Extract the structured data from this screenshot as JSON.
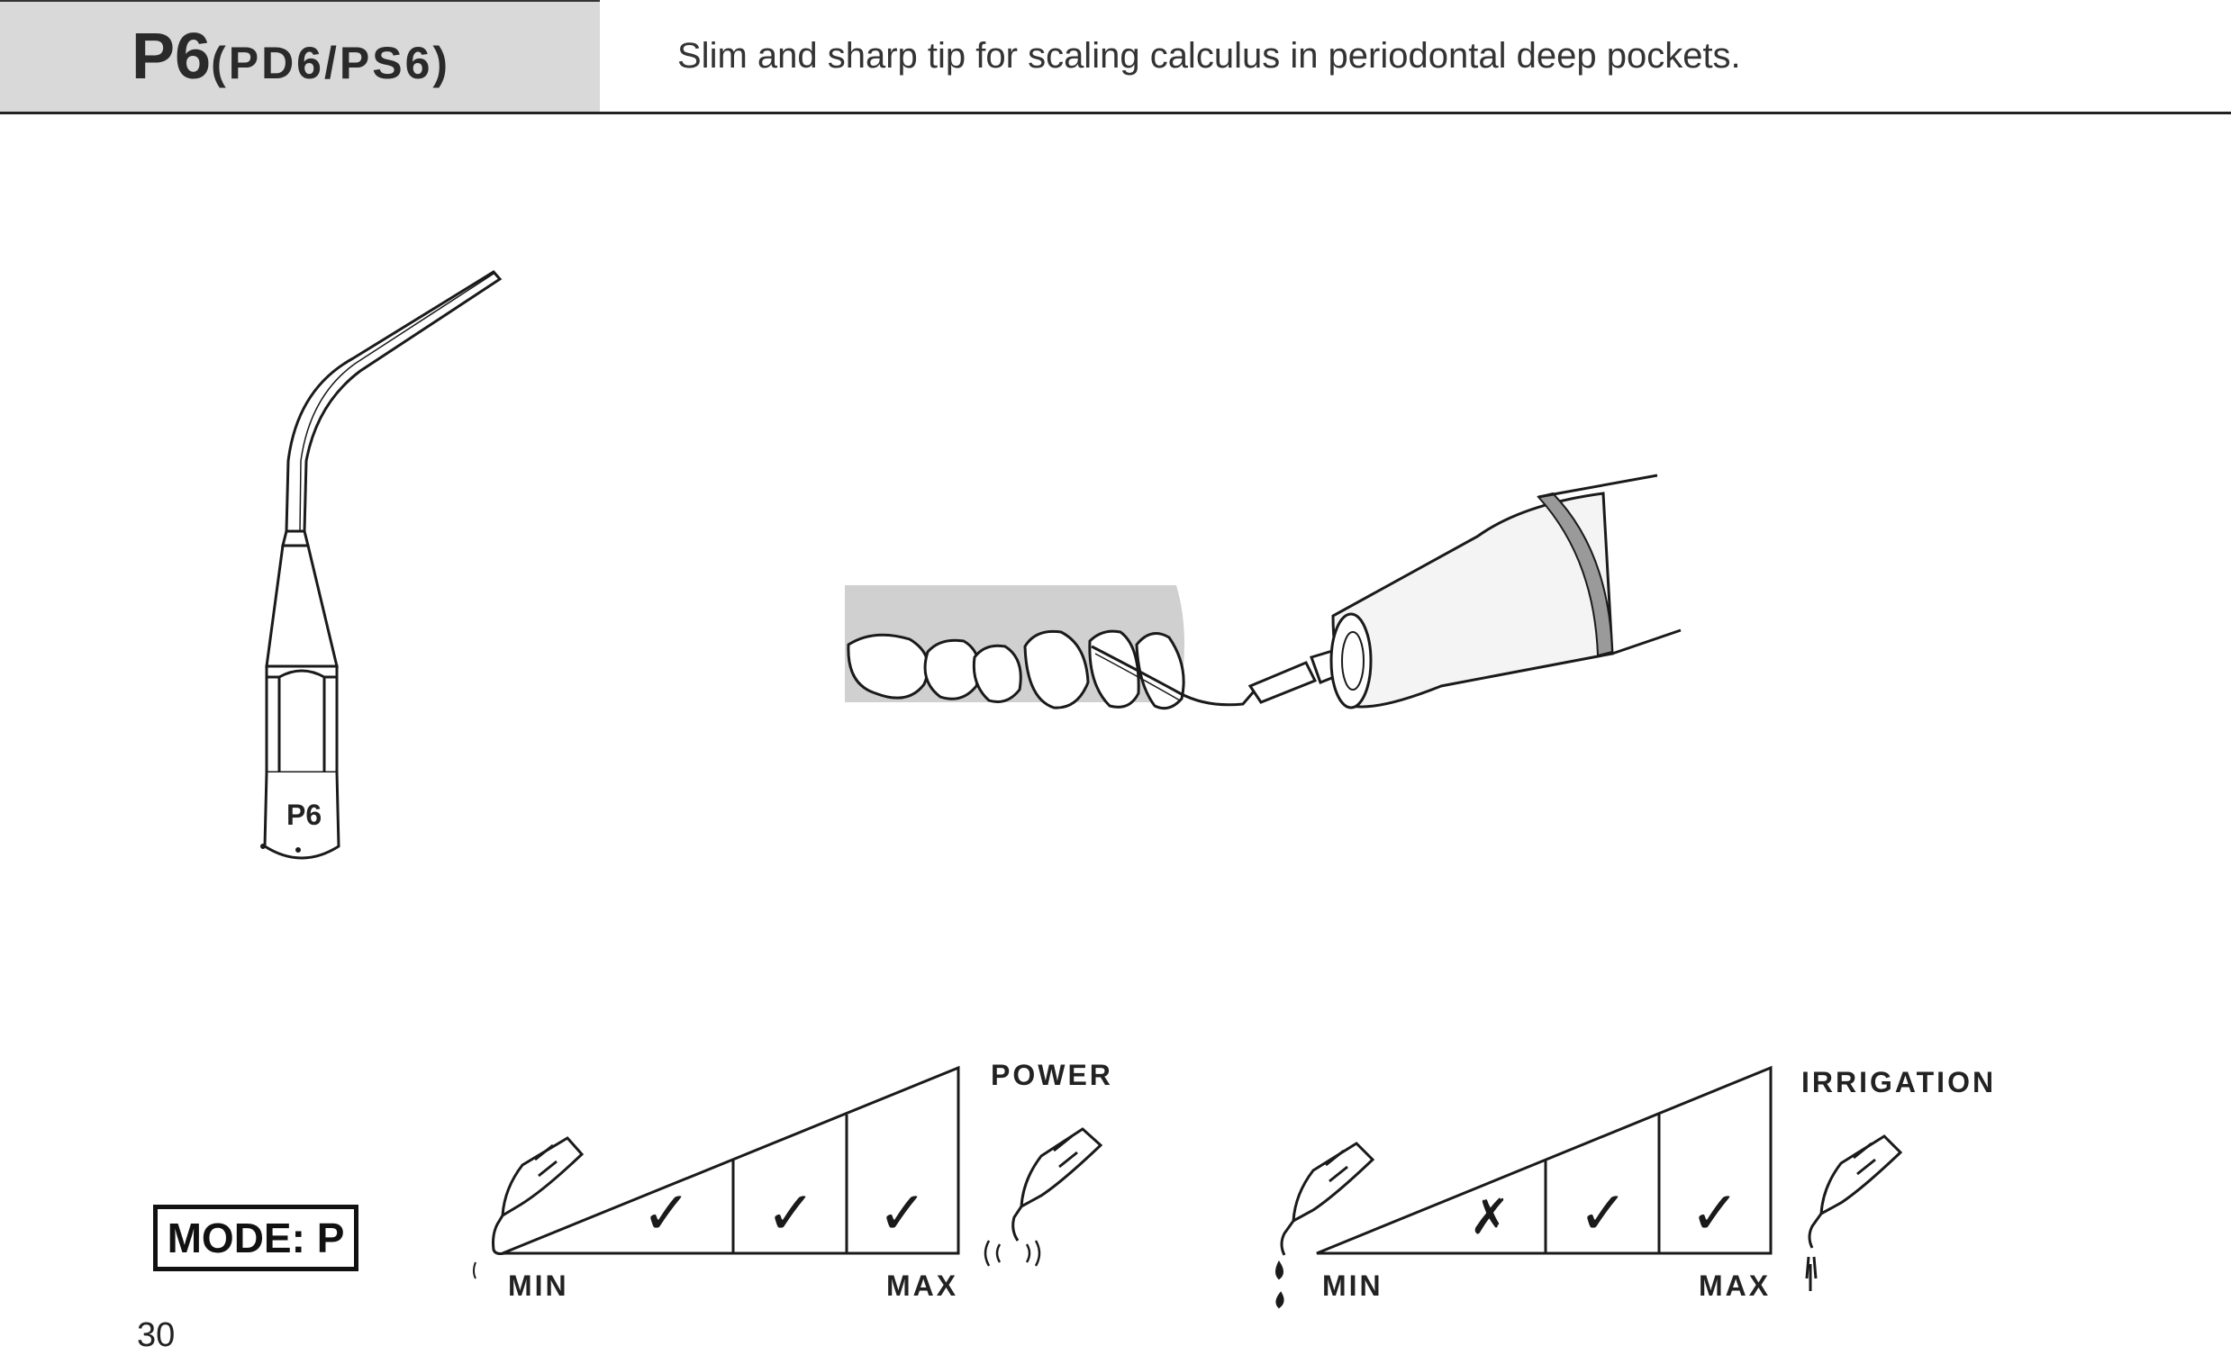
{
  "header": {
    "title_main": "P6",
    "title_sub": "(PD6/PS6)",
    "description": "Slim and sharp tip for scaling calculus in periodontal deep pockets."
  },
  "tip": {
    "engraving": "P6"
  },
  "mode": {
    "label": "MODE: P"
  },
  "power": {
    "label": "POWER",
    "min": "MIN",
    "max": "MAX",
    "marks": [
      "✓",
      "✓",
      "✓"
    ]
  },
  "irrigation": {
    "label": "IRRIGATION",
    "min": "MIN",
    "max": "MAX",
    "marks": [
      "✗",
      "✓",
      "✓"
    ]
  },
  "page": {
    "number": "30"
  }
}
